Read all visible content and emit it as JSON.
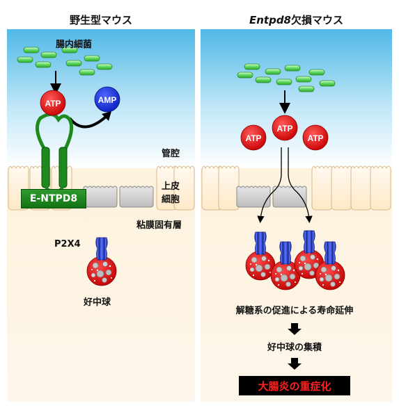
{
  "left_panel": {
    "title": "野生型マウス",
    "bacteria_label": "腸内細菌",
    "atp": "ATP",
    "amp": "AMP",
    "enzyme_label": "E-NTPD8",
    "receptor_label": "P2X4",
    "neutrophil_label": "好中球"
  },
  "middle_labels": {
    "lumen": "管腔",
    "epithelium_line1": "上皮",
    "epithelium_line2": "細胞",
    "lamina_propria": "粘膜固有層"
  },
  "right_panel": {
    "title_gene": "Entpd8",
    "title_suffix": "欠損マウス",
    "atp": "ATP",
    "step1": "解糖系の促進による寿命延伸",
    "step2": "好中球の集積",
    "result": "大腸炎の重症化"
  },
  "colors": {
    "lumen_top": "#4fb8e6",
    "tissue": "#fdf3e0",
    "bacteria": "#6fdc6f",
    "atp": "#e01010",
    "amp": "#1a33dd",
    "enzyme": "#1e8a1e",
    "receptor": "#2a3fcc",
    "result_text": "#ff2020"
  }
}
